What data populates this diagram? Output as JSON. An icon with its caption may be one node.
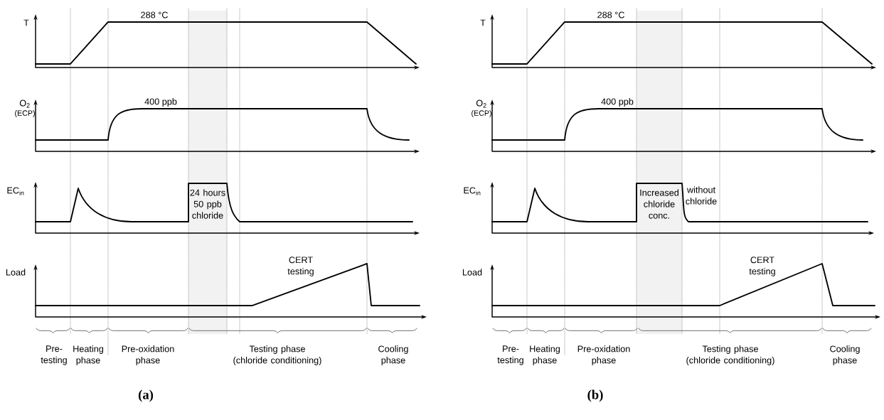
{
  "diagram": {
    "labels": [
      "T",
      "288 °C",
      "O$_{2}$",
      "(ECP)",
      "400 ppb",
      "EC$_{in}$",
      "24 hours 50 ppb chloride",
      "Load",
      "CERT testing",
      "Pre-testing",
      "Heating phase",
      "Pre-oxidation phase",
      "Testing phase (chloride conditioning)",
      "Cooling phase",
      "(a)",
      "T",
      "288 °C",
      "O$_{2}$",
      "(ECP)",
      "400 ppb",
      "EC$_{in}$",
      "Increased chloride conc.",
      "without chloride",
      "Load",
      "CERT testing",
      "Pre-testing",
      "Heating phase",
      "Pre-oxidation phase",
      "Testing phase (chloride conditioning)",
      "Cooling phase",
      "(b)"
    ]
  }
}
